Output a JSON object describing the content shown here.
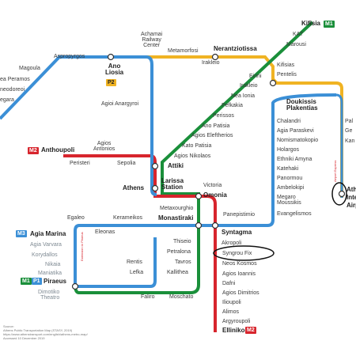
{
  "lines": {
    "m1": {
      "name": "M1",
      "color": "#1a8f3a"
    },
    "m2": {
      "name": "M2",
      "color": "#d7252d"
    },
    "m3": {
      "name": "M3",
      "color": "#3b8fd6"
    },
    "p": {
      "color": "#f0b323"
    }
  },
  "badges": {
    "kifisia_m1": "M1",
    "anthoupoli_m2": "M2",
    "agia_marina_m3": "M3",
    "piraeus_m1": "M1",
    "piraeus_p1": "P1",
    "ano_liosia_p2": "P2",
    "elliniko_m2": "M2"
  },
  "stations": {
    "kifisia": "Kifisia",
    "kat": "KAT",
    "marousi": "Marousi",
    "nerantziotissa": "Nerantziotissa",
    "irakleio1": "Irakleio",
    "kifisias": "Kifisias",
    "pentelis": "Pentelis",
    "eirini": "Eirini",
    "irakleio2": "Irakleio",
    "nea_ionia": "Nea Ionia",
    "pefkakia": "Pefkakia",
    "perissos": "Perissos",
    "ano_patisia": "Ano Patisia",
    "agios_eleftherios": "Agios Eleftherios",
    "kato_patisia": "Kato Patisia",
    "agios_nikolaos": "Agios Nikolaos",
    "achamai": "Achamai\nRailway\nCenter",
    "metamorfosi": "Metamorfosi",
    "magoula": "Magoula",
    "aspropyrgos": "Aspropyrgos",
    "ano_liosia": "Ano\nLiosia",
    "nea_peramos": "ea Peramos",
    "neodoreoi": "neodoreoi",
    "megara": "egara",
    "agioi_anargyroi": "Agioi Anargyroi",
    "anthoupoli": "Anthoupoli",
    "agios_antonios": "Agios\nAntonios",
    "peristeri": "Peristeri",
    "sepolia": "Sepolia",
    "attiki": "Attiki",
    "athens": "Athens",
    "larissa": "Larissa\nStation",
    "omonia": "Omonia",
    "victoria": "Victoria",
    "metaxourghio": "Metaxourghio",
    "doukissis": "Doukissis\nPlakentias",
    "chalandri": "Chalandri",
    "agia_paraskevi": "Agia Paraskevi",
    "nomismatokopio": "Nomismatokopio",
    "holargos": "Holargos",
    "ethniki_amyna": "Ethniki Amyna",
    "katehaki": "Katehaki",
    "panormou": "Panormou",
    "ambelokipi": "Ambelokipi",
    "megaro": "Megaro\nMoussikis",
    "evangelismos": "Evangelismos",
    "panepistimio": "Panepistimio",
    "syntagma": "Syntagma",
    "egaleo": "Egaleo",
    "eleonas": "Eleonas",
    "kerameikos": "Kerameikos",
    "monastiraki": "Monastiraki",
    "agia_marina": "Agia Marina",
    "agia_varvara": "Agia Varvara",
    "korydallos": "Korydallos",
    "nikaia": "Nikaia",
    "maniatika": "Maniatika",
    "piraeus": "Piraeus",
    "dimotiko": "Dimotiko\nTheatro",
    "thiseio": "Thiseio",
    "petralona": "Petralona",
    "tavros": "Tavros",
    "kallithea": "Kallithea",
    "rentis": "Rentis",
    "lefka": "Lefka",
    "faliro": "Faliro",
    "moschato": "Moschato",
    "akropoli": "Akropoli",
    "syngrou_fix": "Syngrou Fix",
    "neos_kosmos": "Neos Kosmos",
    "agios_ioannis": "Agios Ioannis",
    "dafni": "Dafni",
    "agios_dimitrios": "Agios Dimitrios",
    "ilioupoli": "Ilioupoli",
    "alimos": "Alimos",
    "argyroupoli": "Argyroupoli",
    "elliniko": "Elliniko",
    "pal": "Pal",
    "ge": "Ge",
    "kan": "Kan",
    "ath": "Ath",
    "inte": "Inte",
    "airp": "Airp"
  },
  "notes": {
    "left_vertical": "Extension to Piraeus",
    "right_vertical": "Airport Express",
    "source": "Source:\nAthens Public Transportation Map (STASY, 2019)\nhttps://www.athenstransport.com/english/athens-metro-map/\nAccessed 10 December 2019"
  }
}
